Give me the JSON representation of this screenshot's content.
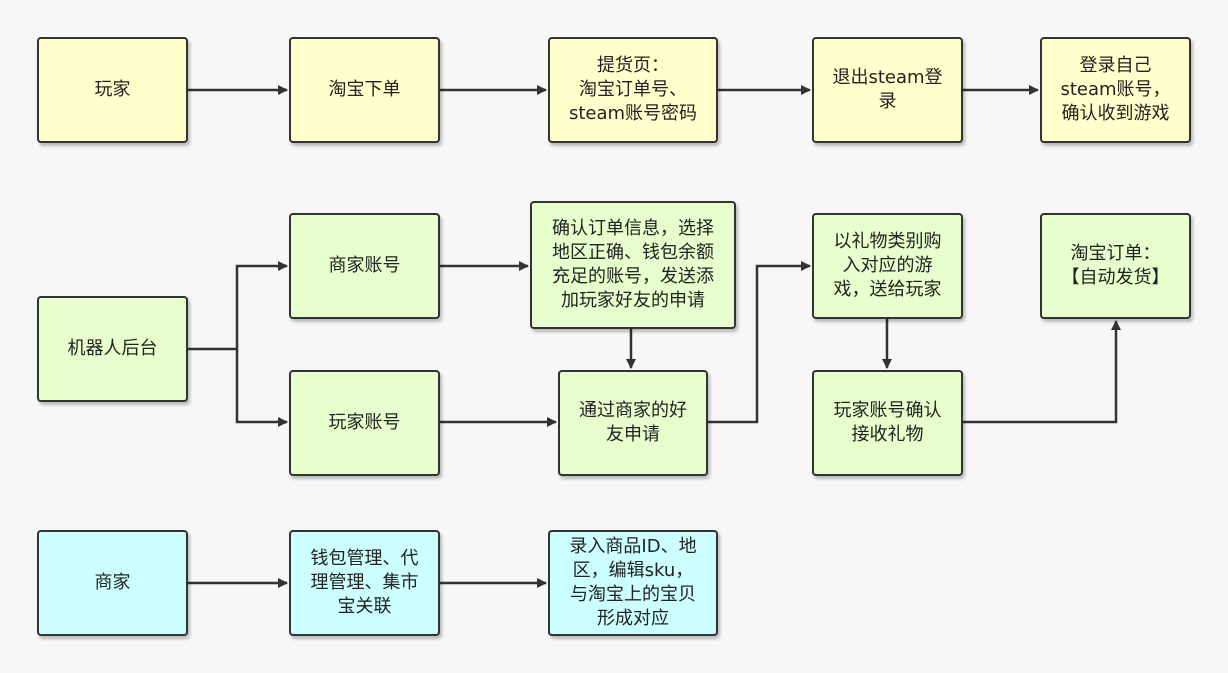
{
  "colors": {
    "player_row": "#ffffcc",
    "bot_row": "#e6ffcc",
    "merchant_row": "#ccffff",
    "stroke": "#333333"
  },
  "nodes": {
    "player": "玩家",
    "taobao_order": "淘宝下单",
    "pickup_page": "提货页：\n淘宝订单号、\nsteam账号密码",
    "logout_steam": "退出steam登\n录",
    "login_own": "登录自己\nsteam账号，\n确认收到游戏",
    "bot_backend": "机器人后台",
    "merchant_account": "商家账号",
    "player_account": "玩家账号",
    "confirm_order": "确认订单信息，选择\n地区正确、钱包余额\n充足的账号，发送添\n加玩家好友的申请",
    "accept_friend": "通过商家的好\n友申请",
    "buy_gift": "以礼物类别购\n入对应的游\n戏，送给玩家",
    "confirm_gift": "玩家账号确认\n接收礼物",
    "auto_ship": "淘宝订单：\n【自动发货】",
    "merchant": "商家",
    "wallet_manage": "钱包管理、代\n理管理、集市\n宝关联",
    "enter_product": "录入商品ID、地\n区，编辑sku，\n与淘宝上的宝贝\n形成对应"
  }
}
